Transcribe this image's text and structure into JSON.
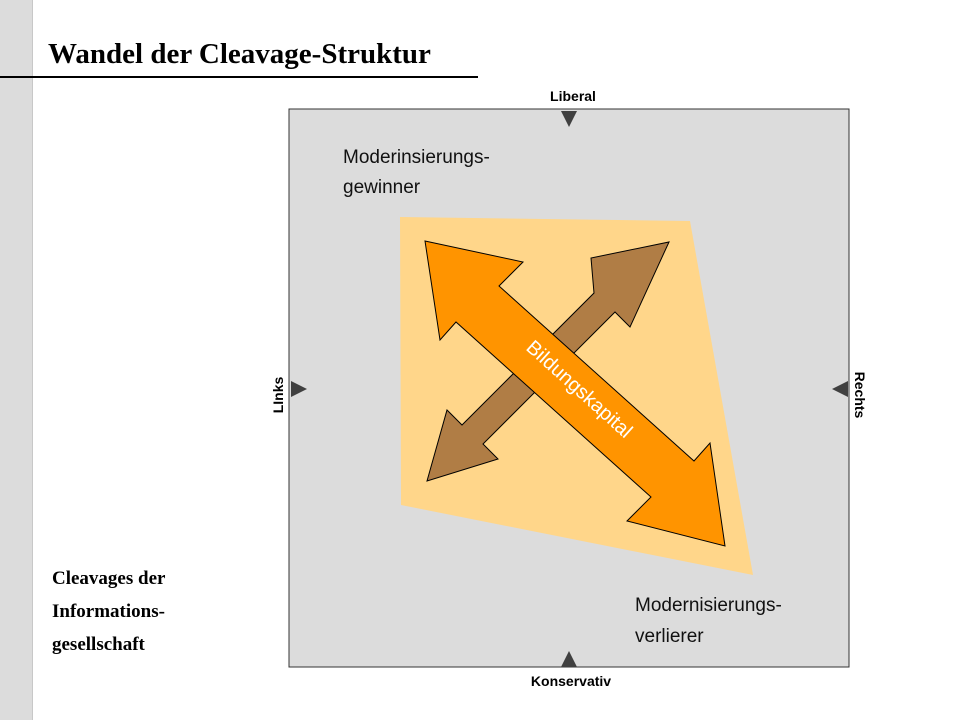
{
  "title": "Wandel der Cleavage-Struktur",
  "caption": [
    "Cleavages der",
    "Informations-",
    "gesellschaft"
  ],
  "axes": {
    "top": "Liberal",
    "bottom": "Konservativ",
    "left": "LInks",
    "right": "Rechts"
  },
  "zones": {
    "winners": [
      "Moderinsierungs-",
      "gewinner"
    ],
    "losers": [
      "Modernisierungs-",
      "verlierer"
    ]
  },
  "arrow_label": "Bildungskapital",
  "colors": {
    "field": "#dcdcdc",
    "zone": "#ffd68a",
    "arrow_primary": "#ff9400",
    "arrow_secondary": "#b07d45",
    "marker": "#404040"
  }
}
